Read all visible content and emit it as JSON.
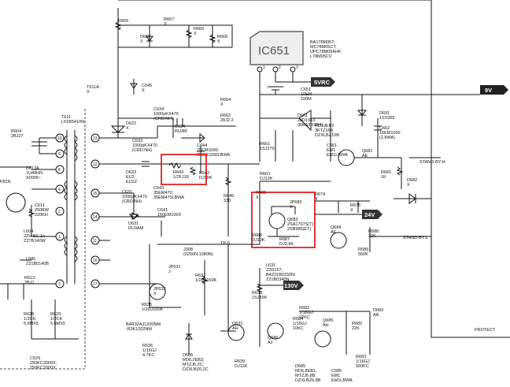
{
  "ic": {
    "ref": "IC651",
    "parts": "BA178M05T;\nMC78M05CT;\nUPC78M05AHF;\nL78M05CV",
    "pins": [
      "1",
      "2",
      "3"
    ]
  },
  "tags": {
    "vrc": "5VRC",
    "v9": "9V",
    "v24": "24V",
    "v130": "130V"
  },
  "edge_labels": {
    "protect": "PROTECT",
    "standby_h": "STAND-BY:H",
    "standby_l": "STAND-BY:L"
  },
  "transformer_pins": [
    "10",
    "9",
    "8",
    "4",
    "2",
    "1",
    "13",
    "12",
    "15",
    "14",
    "11",
    "16",
    "17",
    "3"
  ],
  "labels": {
    "r669": "R669\nX",
    "d663": "D663\nX",
    "r667": "R667\nX",
    "r666": "R666\nX",
    "r668": "R668\nX",
    "t611a": "T611A\nX",
    "c645": "C645\nX",
    "c634": "C634\n1000pKX470\n(CRD:NH)",
    "d634": "D634\nRU3M",
    "r664": "R664\nX",
    "r662": "R662\n28J2.2",
    "c651": "C651\n10EM\n100M",
    "t611": "T611\nL51B5410N",
    "d622": "D622\nX",
    "c633": "C633\n1000pKX470\n(CRD:NH)",
    "c644": "C644\n25EM1000;\n25EM1000LBWA",
    "d633": "D633\nEU2;\nEU2Z",
    "r643": "R643\n1/2FJ18",
    "r642": "R642\nDJ10K",
    "c631": "C631\n1000pKX470\n(CRD:NH)",
    "c643": "C643\n35EM470;\n35EM470LBWA",
    "d631": "D631\nRU3AM",
    "c641": "C641\n160EM100X",
    "r645": "R645\n330",
    "r604": "R604\n2BJ27",
    "d613a": "D613A\n1U48HN\nX0006~",
    "f82n": "F82N",
    "c611": "C611\n250BW\n220KH",
    "l604": "L604\n2ZH BC 1n\nZ2TB140W",
    "l685": "L685\nZ21B0140B",
    "r613": "R613\n2BJ1",
    "r628": "R628\n1/2CK\n5.6MX5",
    "r629": "R629\n1/2CK\n5.6MX5",
    "c629": "C629\n250KC2000X;\n250KC2000X",
    "d661": "D661\n28D1913\n(BRA3R3R4)",
    "r660": "RD10EB2\n3KTZ16B\nDZXLBZ10B",
    "c661": "C661\nEM1\nEM1LBWA",
    "d691": "D691\n1SS355",
    "c662": "C662\n16EM1000\n(1.8WA)",
    "q681": "Q681\nAE",
    "r681": "R681\n1K",
    "r661": "R661\n1SJ270",
    "r663": "R663\nDJ12K",
    "r665": "R665\nX",
    "jp683": "JP683\nX",
    "q683": "Q683\n2SA1707S(T)\n2SB985(ET)",
    "r686": "R686\nDJ10K",
    "r687": "R687\nDJ3.9K",
    "r674": "R674\nX",
    "r675": "R675\nX",
    "d682": "D682\nX",
    "q684": "Q684\nAE",
    "r688": "R688\n22K",
    "r689": "R689\n560K",
    "tp6": "TP-6",
    "j308": "J308\n(0250N;1380N)",
    "jp631": "JP631\nJ",
    "jp633": "JP633\nX",
    "r637": "R637\n1/2DJ150K",
    "l631": "L631\nZ2D157;\nB4Z21B0150N;\nZ21B0340N",
    "r638": "R638\n1SJ33K",
    "r635": "R635\n1/2DJ100K",
    "c636": "B4R32AJ1200NM\n:R3K1202NM",
    "r636": "R636\n1/16GJ\n4.7KC",
    "q631": "Q631\nAH",
    "d686": "D686\nRD6.2EB3;\nMTZJ6.2C;\nDZXLBZ6.2C",
    "q686": "Q686\nAJ",
    "r639": "R639\nDJ12K",
    "r682": "R682\n1/16GJ\n22KC",
    "r684": "R684\n1/16GJ\n10KC",
    "q685": "Q685\nAH",
    "d683": "D683\nAA",
    "r683": "R683\n1/16GJ\n560KC",
    "r682b": "R682\n22K",
    "d685": "D685\nRD6.8EB1;\nMTZJ6.8B;\nDZXLBZ6.8B",
    "c685": "C685\nEM1\nEM1LBWA"
  }
}
